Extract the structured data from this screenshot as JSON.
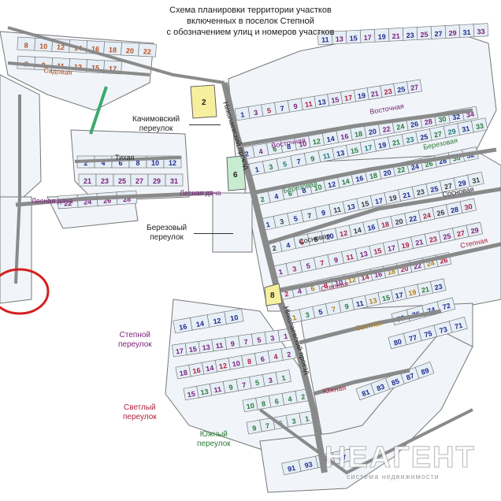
{
  "title_lines": [
    "Схема планировки территории участков",
    "включенных в поселок Степной",
    "с обозначением улиц и номеров участков"
  ],
  "streets": {
    "nikolaevsky": "Николаевский проезд",
    "nikolaevsky_lower": "Николаевский проезд",
    "vostochnaya": "Восточная",
    "berezovaya": "Березовая",
    "sosnovaya": "Сосновая",
    "stepnaya": "Степная",
    "svetlaya": "Светлая",
    "yuzhnaya": "Южная",
    "lesnaya_dacha": "Лесная дача",
    "tikhaya": "Тихая",
    "sadovaya": "Садовая"
  },
  "lanes": {
    "kachimovsky": [
      "Качимовский",
      "переулок"
    ],
    "berezovy": [
      "Березовый",
      "переулок"
    ],
    "stepnoy": [
      "Степной",
      "переулок"
    ],
    "svetly": [
      "Светлый",
      "переулок"
    ],
    "yuzhny": [
      "Южный",
      "переулок"
    ]
  },
  "special_plots": [
    "2",
    "6",
    "8"
  ],
  "watermark": {
    "brand": "НЕАГЕНТ",
    "tagline": "система недвижимости"
  },
  "colors": {
    "plot_fill": "#e6eef6",
    "plot_border": "#6a6a6a",
    "special_fill": "#f6ef9e",
    "green_fill": "#c8ecd0",
    "red_circle": "#d42020",
    "road": "#9a9a9a"
  },
  "plot_rows": [
    {
      "nums": [
        "8",
        "10",
        "12",
        "14",
        "16",
        "18",
        "20",
        "22"
      ],
      "colors": [
        "#b8501e"
      ]
    },
    {
      "nums": [
        "7",
        "9",
        "11",
        "13",
        "15",
        "17"
      ],
      "colors": [
        "#b8501e"
      ]
    },
    {
      "nums": [
        "11",
        "13",
        "15",
        "17",
        "19",
        "21",
        "23",
        "25",
        "27",
        "29",
        "31",
        "33"
      ],
      "colors": [
        "#1e2a8c",
        "#7a1e7a"
      ]
    },
    {
      "nums": [
        "1",
        "3",
        "5",
        "7",
        "9",
        "11",
        "13",
        "15",
        "17",
        "19",
        "21",
        "23",
        "25",
        "27"
      ],
      "colors": [
        "#1e2a8c",
        "#7a1e7a",
        "#b01e3c"
      ]
    },
    {
      "nums": [
        "2",
        "4",
        "6",
        "8",
        "10",
        "12",
        "14",
        "16",
        "18",
        "20",
        "22",
        "24",
        "26",
        "28",
        "30",
        "32",
        "34"
      ],
      "colors": [
        "#1e2a8c",
        "#7a1e7a",
        "#2a7a3a"
      ]
    },
    {
      "nums": [
        "1",
        "3",
        "5",
        "7",
        "9",
        "11",
        "13",
        "15",
        "17",
        "19",
        "21",
        "23",
        "25",
        "27",
        "29",
        "31",
        "33"
      ],
      "colors": [
        "#1e2a8c",
        "#2a7a3a",
        "#1e7a7a"
      ]
    },
    {
      "nums": [
        "2",
        "4",
        "6",
        "8",
        "10",
        "12",
        "14",
        "16",
        "18",
        "20",
        "22",
        "24",
        "26",
        "28",
        "30",
        "32"
      ],
      "colors": [
        "#2a7a3a",
        "#1e2a8c"
      ]
    },
    {
      "nums": [
        "1",
        "3",
        "5",
        "7",
        "9",
        "11",
        "13",
        "15",
        "17",
        "19",
        "21",
        "23",
        "25",
        "27",
        "29",
        "31"
      ],
      "colors": [
        "#1e2a8c",
        "#3a3a3a"
      ]
    },
    {
      "nums": [
        "2",
        "4",
        "6",
        "8",
        "10",
        "12",
        "14",
        "16",
        "18",
        "20",
        "22",
        "24",
        "26",
        "28",
        "30"
      ],
      "colors": [
        "#3a3a3a",
        "#1e2a8c",
        "#b01e3c"
      ]
    },
    {
      "nums": [
        "1",
        "3",
        "5",
        "7",
        "9",
        "11",
        "13",
        "15",
        "17",
        "19",
        "21",
        "23",
        "25",
        "27",
        "29"
      ],
      "colors": [
        "#7a1e7a",
        "#b01e3c"
      ]
    },
    {
      "nums": [
        "2",
        "4",
        "6",
        "8",
        "10",
        "12",
        "14",
        "16",
        "18",
        "20",
        "22",
        "24",
        "26"
      ],
      "colors": [
        "#b01e3c",
        "#7a1e7a",
        "#b8800e"
      ]
    },
    {
      "nums": [
        "1",
        "3",
        "5",
        "7",
        "9",
        "11",
        "13",
        "15",
        "17",
        "19",
        "21",
        "23"
      ],
      "colors": [
        "#b8800e",
        "#2a7a3a",
        "#1e2a8c"
      ]
    },
    {
      "nums": [
        "16",
        "14",
        "12",
        "10"
      ],
      "colors": [
        "#1e2a8c"
      ]
    },
    {
      "nums": [
        "17",
        "15",
        "13",
        "11",
        "9",
        "7",
        "5",
        "3",
        "1"
      ],
      "colors": [
        "#7a1e7a"
      ]
    },
    {
      "nums": [
        "18",
        "16",
        "14",
        "12",
        "10",
        "8",
        "6",
        "4",
        "2"
      ],
      "colors": [
        "#7a1e7a",
        "#b01e3c"
      ]
    },
    {
      "nums": [
        "15",
        "13",
        "11",
        "9",
        "7",
        "5",
        "3",
        "1"
      ],
      "colors": [
        "#7a1e7a",
        "#2a7a3a"
      ]
    },
    {
      "nums": [
        "10",
        "8",
        "6",
        "4",
        "2"
      ],
      "colors": [
        "#2a7a3a"
      ]
    },
    {
      "nums": [
        "9",
        "7",
        "5",
        "3",
        "1"
      ],
      "colors": [
        "#2a7a3a"
      ]
    },
    {
      "nums": [
        "2",
        "4",
        "6",
        "8",
        "10",
        "12"
      ],
      "colors": [
        "#1e2a8c"
      ]
    },
    {
      "nums": [
        "21",
        "23",
        "25",
        "27",
        "29",
        "31"
      ],
      "colors": [
        "#7a1e7a"
      ]
    },
    {
      "nums": [
        "22",
        "24",
        "26",
        "28"
      ],
      "colors": [
        "#7a1e7a"
      ]
    },
    {
      "nums": [
        "78",
        "76",
        "74",
        "72"
      ],
      "colors": [
        "#1e2a8c"
      ]
    },
    {
      "nums": [
        "80",
        "77",
        "75",
        "73",
        "71"
      ],
      "colors": [
        "#1e2a8c"
      ]
    },
    {
      "nums": [
        "81",
        "83",
        "85",
        "87",
        "89"
      ],
      "colors": [
        "#1e2a8c"
      ]
    },
    {
      "nums": [
        "91",
        "93",
        "95",
        "97"
      ],
      "colors": [
        "#1e2a8c"
      ]
    }
  ]
}
